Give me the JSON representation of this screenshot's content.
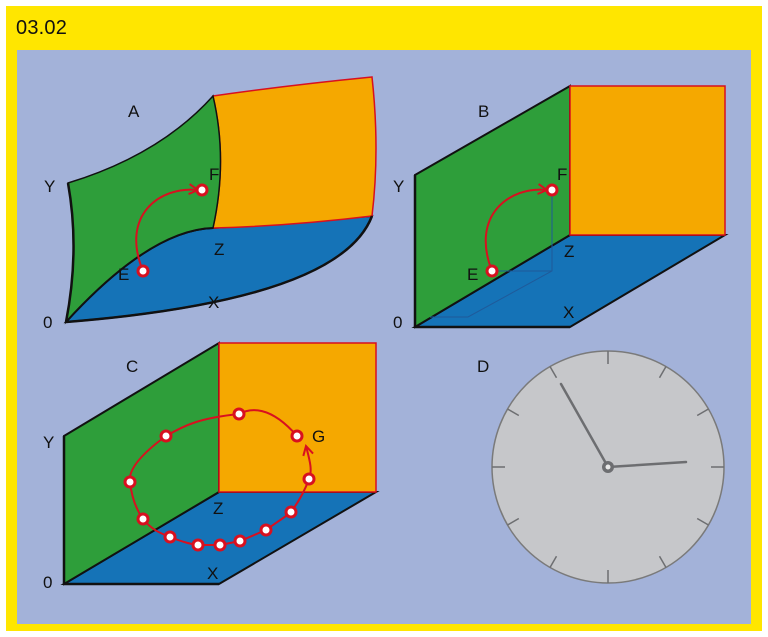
{
  "frame": {
    "title": "03.02"
  },
  "colors": {
    "frame": "#ffe600",
    "panel": "#a3b2d9",
    "green_face": "#2e9e3a",
    "orange_face": "#f5a800",
    "blue_face": "#1573b7",
    "path": "#d8101f",
    "clock_face": "#c6c7ca"
  },
  "panels": {
    "a": {
      "label": "A",
      "y_axis": "Y",
      "origin": "0",
      "z_axis": "Z",
      "x_axis": "X",
      "start": "E",
      "end": "F"
    },
    "b": {
      "label": "B",
      "y_axis": "Y",
      "origin": "0",
      "z_axis": "Z",
      "x_axis": "X",
      "start": "E",
      "end": "F"
    },
    "c": {
      "label": "C",
      "y_axis": "Y",
      "origin": "0",
      "z_axis": "Z",
      "x_axis": "X",
      "end": "G"
    },
    "d": {
      "label": "D"
    }
  }
}
